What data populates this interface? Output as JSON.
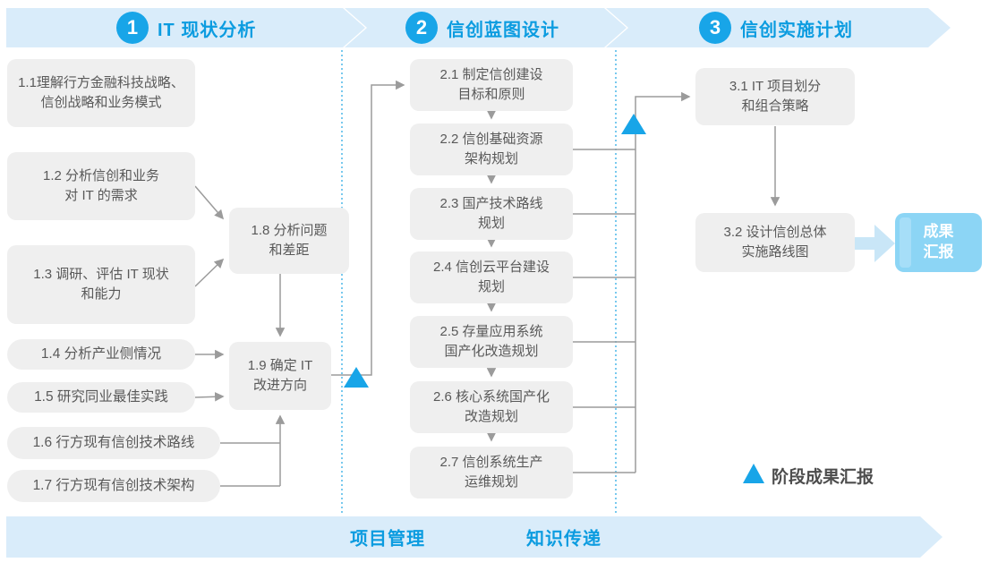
{
  "palette": {
    "accent_blue": "#18A5E8",
    "band_background": "#D9ECFA",
    "band_text": "#0C9CE0",
    "box_background": "#EFEFEF",
    "box_text": "#595959",
    "connector_gray": "#9B9B9B",
    "divider_dotted_blue": "#3FB2E6",
    "result_box_blue": "#8CD5F5",
    "fat_arrow_blue": "#C9E6F7",
    "legend_text": "#4D4D4D"
  },
  "phases": [
    {
      "number": "1",
      "title": "IT 现状分析",
      "boxes": [
        {
          "id": "1.1",
          "text": "1.1理解行方金融科技战略、\n信创战略和业务模式"
        },
        {
          "id": "1.2",
          "text": "1.2 分析信创和业务\n对 IT 的需求"
        },
        {
          "id": "1.3",
          "text": "1.3 调研、评估 IT 现状\n和能力"
        },
        {
          "id": "1.4",
          "text": "1.4 分析产业侧情况"
        },
        {
          "id": "1.5",
          "text": "1.5 研究同业最佳实践"
        },
        {
          "id": "1.6",
          "text": "1.6 行方现有信创技术路线"
        },
        {
          "id": "1.7",
          "text": "1.7 行方现有信创技术架构"
        },
        {
          "id": "1.8",
          "text": "1.8 分析问题\n和差距"
        },
        {
          "id": "1.9",
          "text": "1.9 确定 IT\n改进方向"
        }
      ]
    },
    {
      "number": "2",
      "title": "信创蓝图设计",
      "boxes": [
        {
          "id": "2.1",
          "text": "2.1 制定信创建设\n目标和原则"
        },
        {
          "id": "2.2",
          "text": "2.2 信创基础资源\n架构规划"
        },
        {
          "id": "2.3",
          "text": "2.3 国产技术路线\n规划"
        },
        {
          "id": "2.4",
          "text": "2.4 信创云平台建设\n规划"
        },
        {
          "id": "2.5",
          "text": "2.5 存量应用系统\n国产化改造规划"
        },
        {
          "id": "2.6",
          "text": "2.6 核心系统国产化\n改造规划"
        },
        {
          "id": "2.7",
          "text": "2.7 信创系统生产\n运维规划"
        }
      ]
    },
    {
      "number": "3",
      "title": "信创实施计划",
      "boxes": [
        {
          "id": "3.1",
          "text": "3.1 IT 项目划分\n和组合策略"
        },
        {
          "id": "3.2",
          "text": "3.2 设计信创总体\n实施路线图"
        }
      ]
    }
  ],
  "result_box": {
    "text": "成果\n汇报"
  },
  "legend": {
    "label": "阶段成果汇报"
  },
  "footer": {
    "items": [
      "项目管理",
      "知识传递"
    ]
  }
}
